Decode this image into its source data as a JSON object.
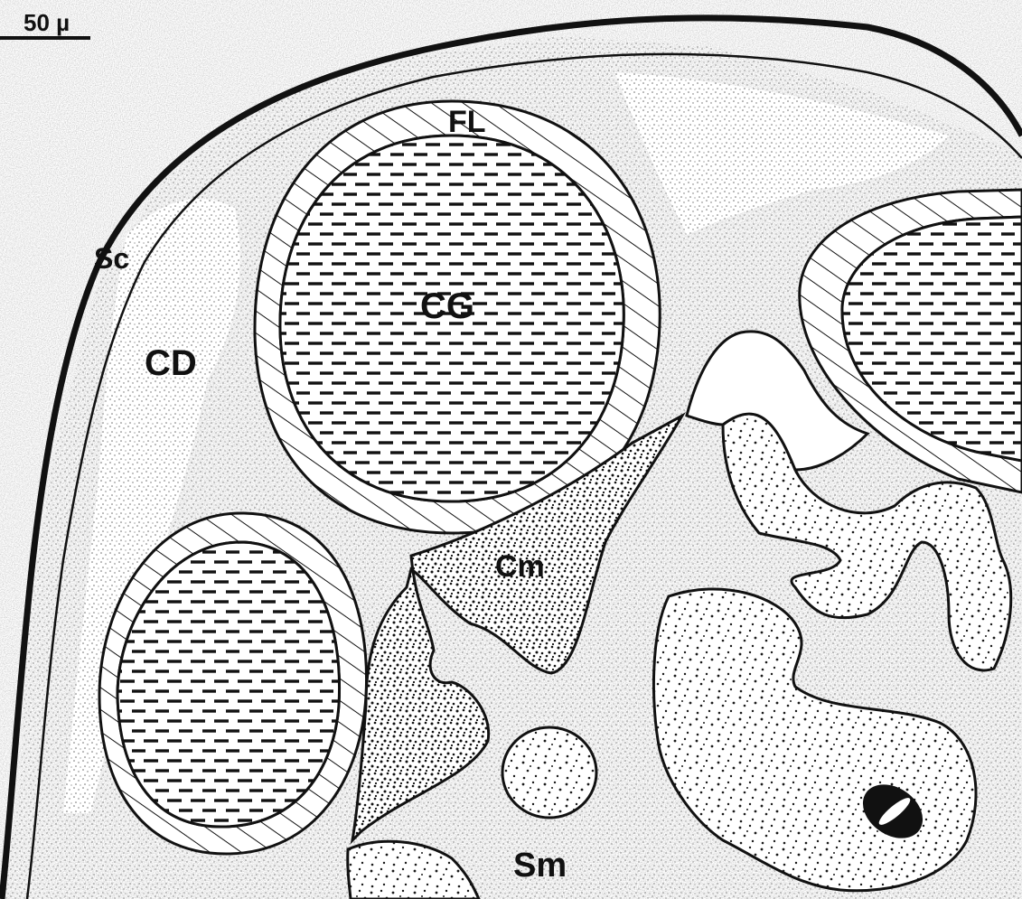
{
  "scale_bar": {
    "label": "50 µ"
  },
  "labels": {
    "sc": "Sc",
    "fl": "FL",
    "cg": "CG",
    "cd": "CD",
    "cm": "Cm",
    "sm": "Sm"
  },
  "colors": {
    "ink": "#111111",
    "paper": "#ffffff",
    "cd_stipple": "#6e6e6e",
    "cell_stipple": "#1a1a1a"
  }
}
